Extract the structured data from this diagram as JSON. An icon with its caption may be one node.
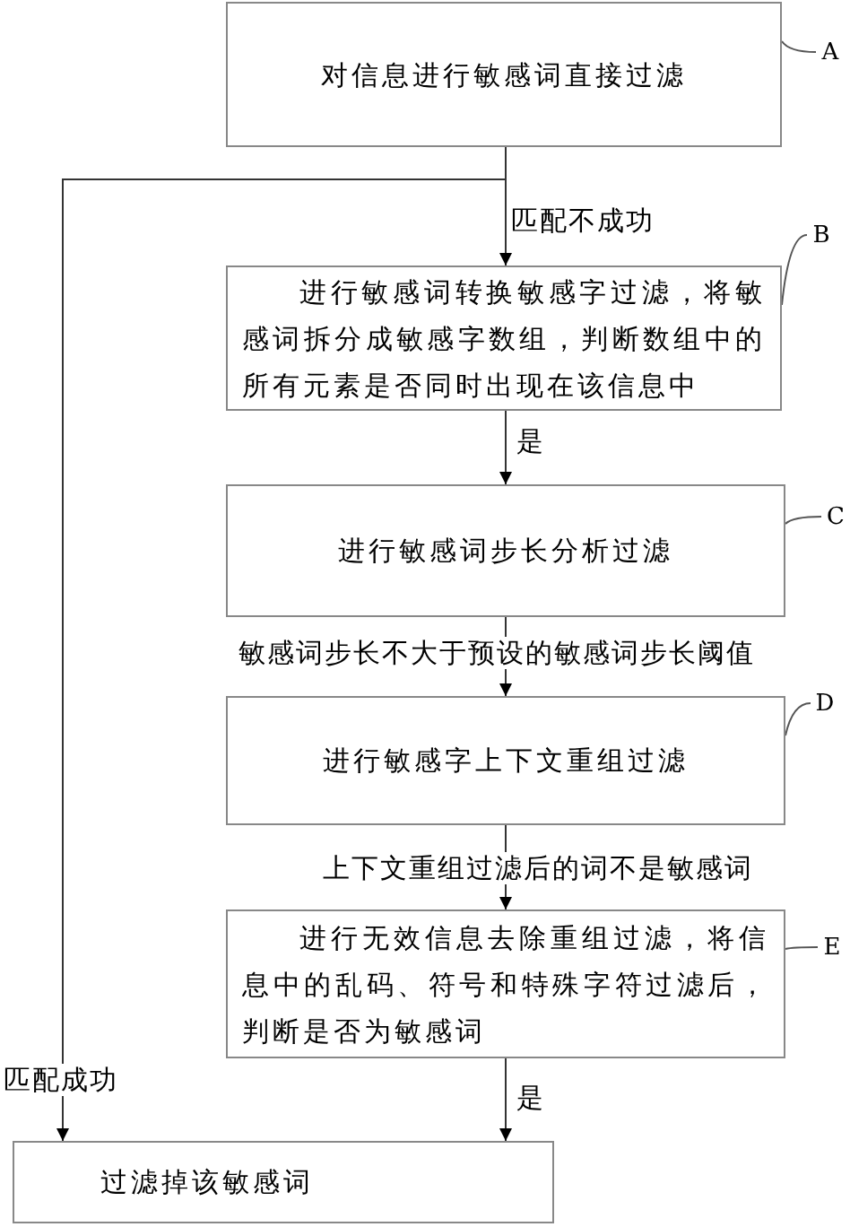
{
  "diagram": {
    "nodes": [
      {
        "text": [
          "对信息进行敏感词直接过滤"
        ]
      },
      {
        "text": [
          "进行敏感词转换敏感字过滤，将敏感词拆分成敏感字数组，判断数组中的所有元素是否同时出现在该信息中"
        ]
      },
      {
        "text": [
          "进行敏感词步长分析过滤"
        ]
      },
      {
        "text": [
          "进行敏感字上下文重组过滤"
        ]
      },
      {
        "text": [
          "进行无效信息去除重组过滤，将信息中的乱码、符号和特殊字符过滤后，判断是否为敏感词"
        ]
      },
      {
        "text": [
          "过滤掉该敏感词"
        ]
      },
      {
        "text": [
          "A"
        ]
      },
      {
        "text": [
          "B"
        ]
      },
      {
        "text": [
          "C"
        ]
      },
      {
        "text": [
          "D"
        ]
      },
      {
        "text": [
          "E"
        ]
      }
    ],
    "edges": [
      {
        "from": 0,
        "to": 1,
        "arrow": "to",
        "label": "匹配不成功"
      },
      {
        "from": 0,
        "to": 5,
        "arrow": "to",
        "label": "匹配成功"
      },
      {
        "from": 1,
        "to": 2,
        "arrow": "to",
        "label": "是"
      },
      {
        "from": 2,
        "to": 3,
        "arrow": "to",
        "label": "敏感词步长不大于预设的敏感词步长阈值"
      },
      {
        "from": 3,
        "to": 4,
        "arrow": "to",
        "label": "上下文重组过滤后的词不是敏感词"
      },
      {
        "from": 4,
        "to": 5,
        "arrow": "to",
        "label": "是"
      },
      {
        "from": 6,
        "to": 0,
        "arrow": "none"
      },
      {
        "from": 7,
        "to": 1,
        "arrow": "none"
      },
      {
        "from": 8,
        "to": 2,
        "arrow": "none"
      },
      {
        "from": 9,
        "to": 3,
        "arrow": "none"
      },
      {
        "from": 10,
        "to": 4,
        "arrow": "none"
      }
    ]
  }
}
